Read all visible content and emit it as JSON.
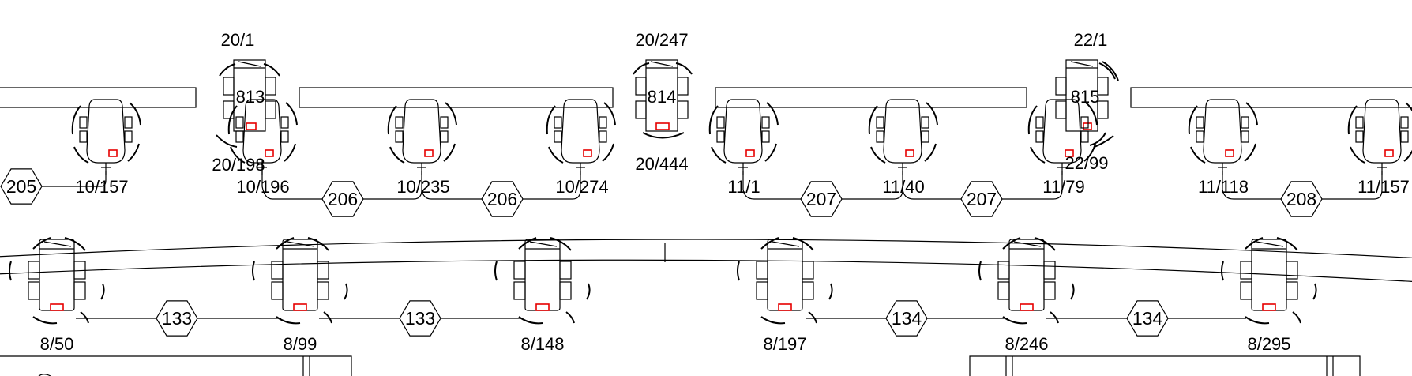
{
  "upper_row": {
    "devices": [
      {
        "label": "10/157"
      },
      {
        "label": "10/196",
        "top_label": "20/1",
        "box_label": "813",
        "bottom_label": "20/198"
      },
      {
        "label": "10/235"
      },
      {
        "label": "10/274",
        "top_label": "20/247",
        "box_label": "814",
        "bottom_label": "20/444"
      },
      {
        "label": "11/1"
      },
      {
        "label": "11/40"
      },
      {
        "label": "11/79",
        "top_label": "22/1",
        "box_label": "815",
        "bottom_label": "22/99"
      },
      {
        "label": "11/118"
      },
      {
        "label": "11/157"
      }
    ],
    "hex_labels": [
      "205",
      "206",
      "206",
      "207",
      "207",
      "208"
    ]
  },
  "lower_row": {
    "devices": [
      {
        "label": "8/50"
      },
      {
        "label": "8/99"
      },
      {
        "label": "8/148"
      },
      {
        "label": "8/197"
      },
      {
        "label": "8/246"
      },
      {
        "label": "8/295"
      }
    ],
    "hex_labels": [
      "133",
      "133",
      "134",
      "134"
    ]
  },
  "colors": {
    "line": "#000000",
    "marker": "#e60000",
    "background": "#ffffff"
  }
}
